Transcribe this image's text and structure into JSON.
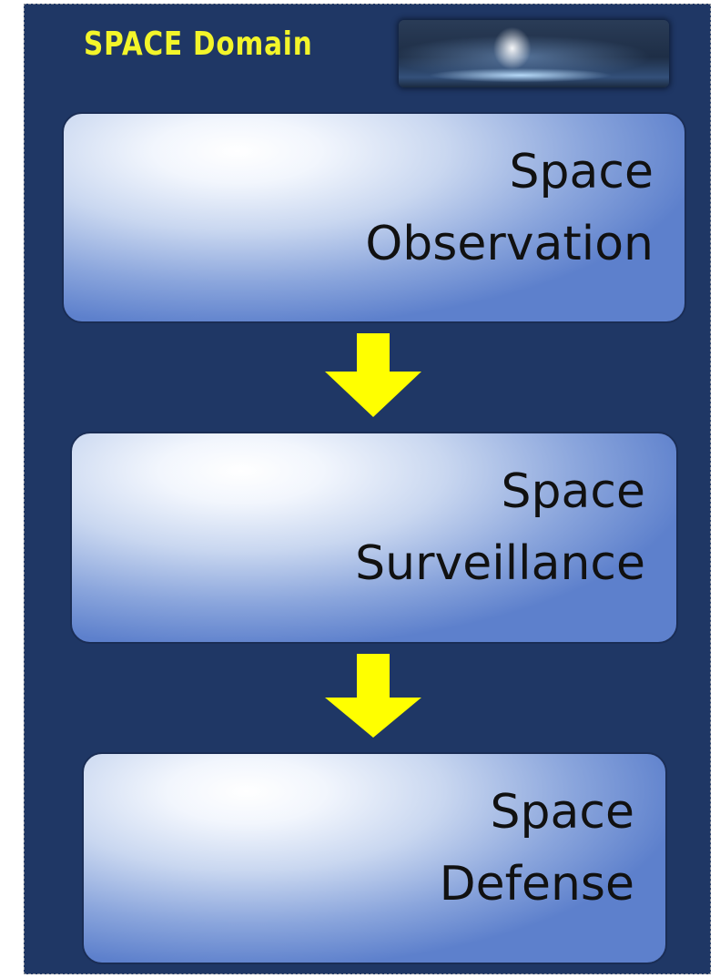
{
  "header": {
    "title": "SPACE Domain",
    "image_icon": "space-earth-glow-icon"
  },
  "flow": {
    "boxes": [
      {
        "line1": "Space",
        "line2": "Observation"
      },
      {
        "line1": "Space",
        "line2": "Surveillance"
      },
      {
        "line1": "Space",
        "line2": "Defense"
      }
    ],
    "arrow_icon": "arrow-down-icon"
  },
  "colors": {
    "panel_background": "#1f3765",
    "title_color": "#f3f52a",
    "arrow_color": "#ffff00",
    "box_gradient_light": "#ffffff",
    "box_gradient_dark": "#5d80cc"
  }
}
